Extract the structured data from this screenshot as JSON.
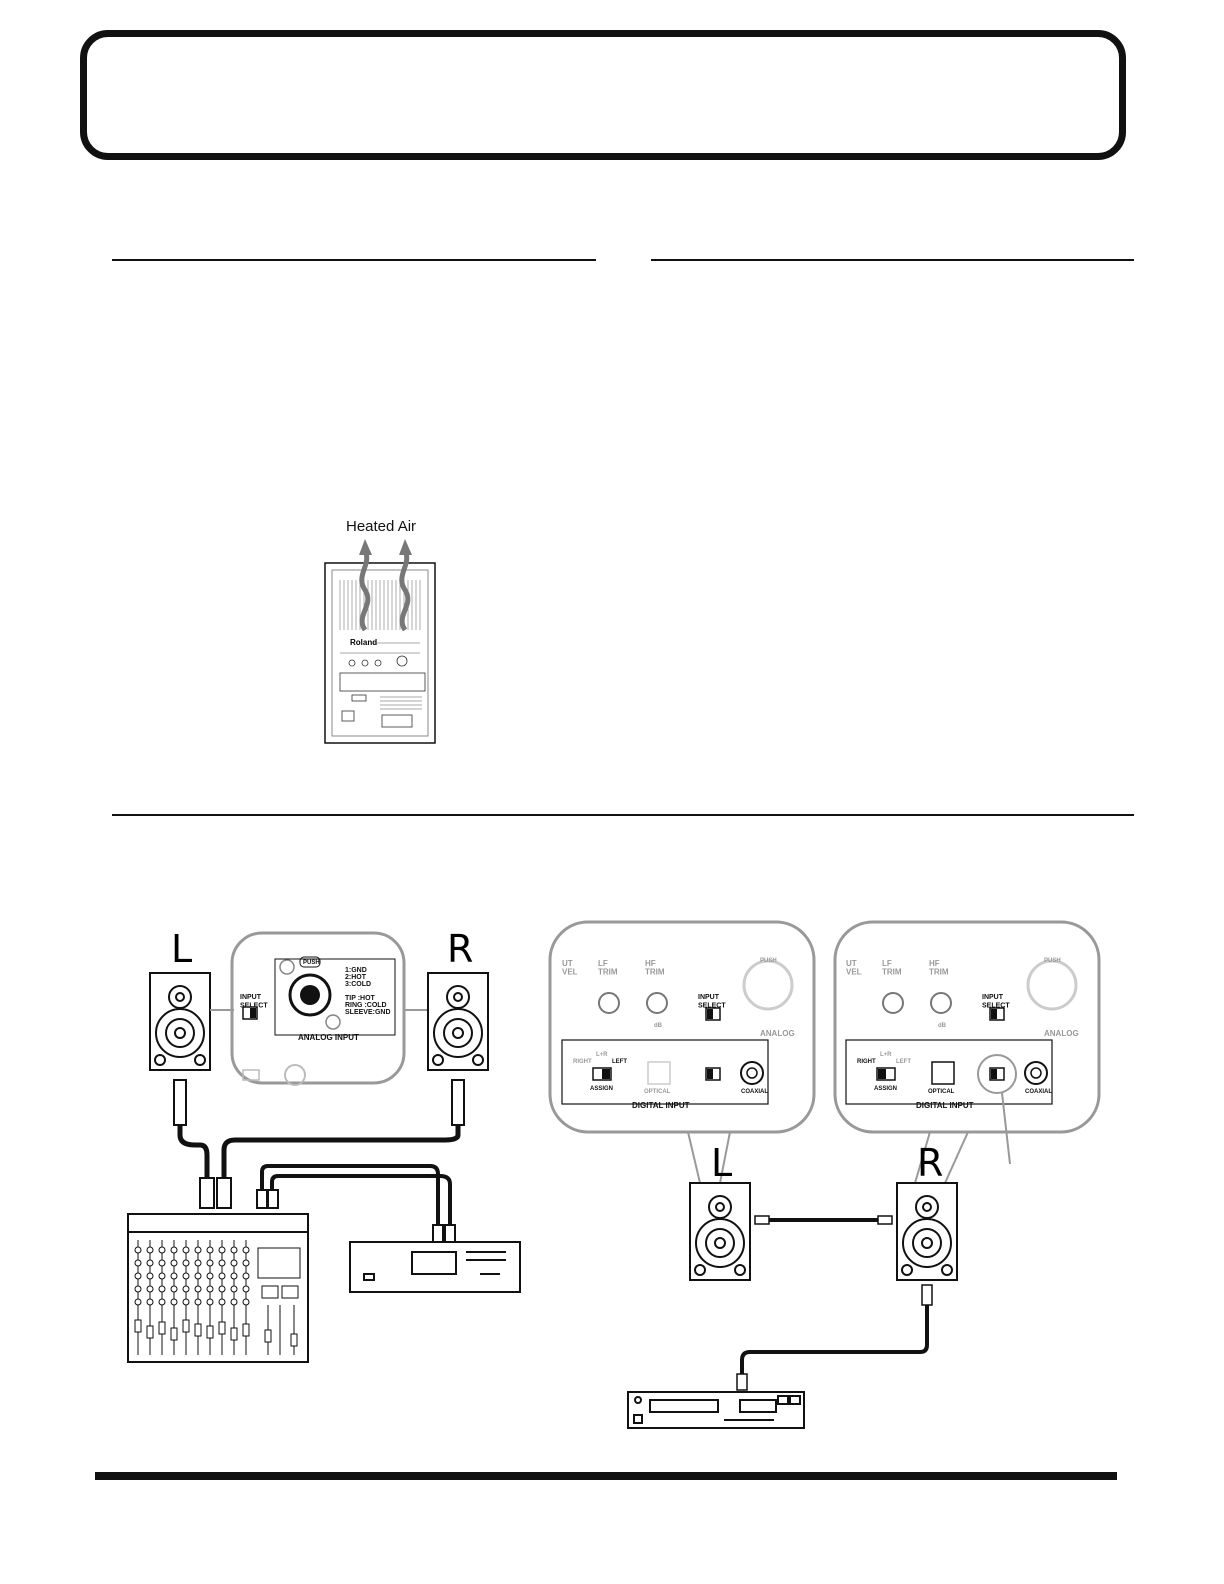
{
  "ventilation_figure": {
    "caption": "Heated Air",
    "panel_brand": "Roland"
  },
  "connection_figure": {
    "speaker_left_label": "L",
    "speaker_right_label": "R",
    "analog_inset": {
      "push_label": "PUSH",
      "input_select_label": "INPUT\nSELECT",
      "pin_assignments": [
        "1:GND",
        "2:HOT",
        "3:COLD"
      ],
      "trs_assignments": [
        "TIP      :HOT",
        "RING     :COLD",
        "SLEEVE:GND"
      ],
      "section_label": "ANALOG   INPUT"
    },
    "digital_inset": {
      "level_label": "UT\nVEL",
      "lf_trim_label": "LF\nTRIM",
      "hf_trim_label": "HF\nTRIM",
      "input_select_label": "INPUT\nSELECT",
      "push_label": "PUSH",
      "analog_label": "ANALOG",
      "assign_options": [
        "RIGHT",
        "L+R",
        "LEFT"
      ],
      "assign_label": "ASSIGN",
      "optical_label": "OPTICAL",
      "coaxial_label": "COAXIAL",
      "section_label": "DIGITAL   INPUT",
      "db_label": "dB"
    }
  }
}
